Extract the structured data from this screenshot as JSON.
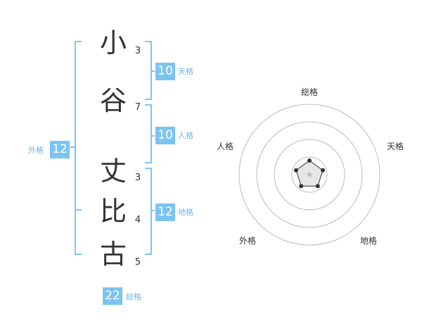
{
  "name": {
    "chars": [
      "小",
      "谷",
      "丈",
      "比",
      "古"
    ],
    "strokes": [
      "3",
      "7",
      "3",
      "4",
      "5"
    ]
  },
  "kaku": {
    "tenkaku": {
      "value": "10",
      "label": "天格"
    },
    "jinkaku": {
      "value": "10",
      "label": "人格"
    },
    "chikaku": {
      "value": "12",
      "label": "地格"
    },
    "gaikaku": {
      "value": "12",
      "label": "外格"
    },
    "soukaku": {
      "value": "22",
      "label": "総格"
    }
  },
  "radar": {
    "labels": {
      "top": "総格",
      "right": "天格",
      "bottom_right": "地格",
      "bottom_left": "外格",
      "left": "人格"
    },
    "ring_count": 4,
    "values": [
      0.2,
      0.2,
      0.2,
      0.2,
      0.2
    ]
  },
  "colors": {
    "accent": "#7cc4f0",
    "text": "#333333",
    "ring": "#bbbbbb"
  }
}
